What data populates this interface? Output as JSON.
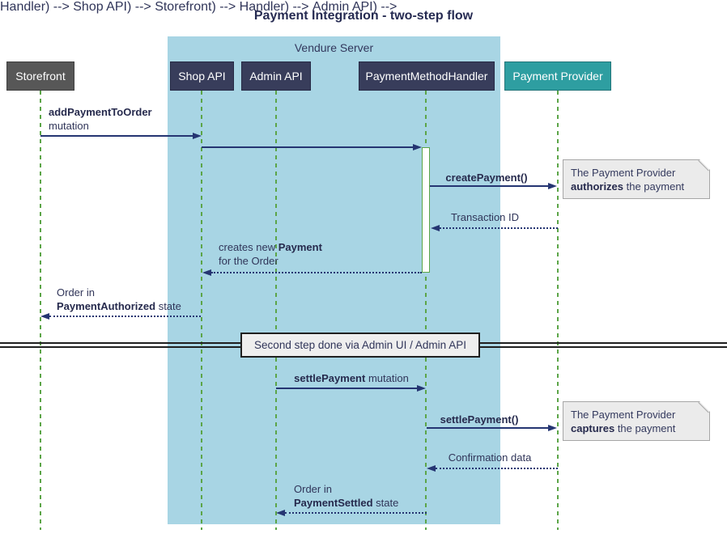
{
  "title": "Payment Integration - two-step flow",
  "server_group": {
    "label": "Vendure Server"
  },
  "participants": [
    {
      "id": "storefront",
      "label": "Storefront"
    },
    {
      "id": "shop-api",
      "label": "Shop API"
    },
    {
      "id": "admin-api",
      "label": "Admin API"
    },
    {
      "id": "payment-method-handler",
      "label": "PaymentMethodHandler"
    },
    {
      "id": "payment-provider",
      "label": "Payment Provider"
    }
  ],
  "messages": {
    "add_payment": {
      "bold": "addPaymentToOrder",
      "rest": "mutation"
    },
    "create_payment": {
      "bold": "createPayment()"
    },
    "transaction_id": {
      "text": "Transaction ID"
    },
    "creates_payment": {
      "prefix": "creates new ",
      "bold": "Payment",
      "line2": "for the Order"
    },
    "payment_authorized": {
      "line1": "Order in",
      "bold": "PaymentAuthorized",
      "rest": " state"
    },
    "settle_payment_mutation": {
      "bold": "settlePayment",
      "rest": " mutation"
    },
    "settle_payment_call": {
      "bold": "settlePayment()"
    },
    "confirmation_data": {
      "text": "Confirmation data"
    },
    "payment_settled": {
      "line1": "Order in",
      "bold": "PaymentSettled",
      "rest": " state"
    }
  },
  "notes": {
    "authorize": {
      "line1": "The Payment Provider",
      "bold": "authorizes",
      "rest": " the payment"
    },
    "capture": {
      "line1": "The Payment Provider",
      "bold": "captures",
      "rest": " the payment"
    }
  },
  "divider": {
    "label": "Second step done via Admin UI / Admin API"
  },
  "colors": {
    "server_group_fill": "#A8D5E4",
    "participant_navy": "#383D5B",
    "participant_gray": "#575757",
    "participant_teal": "#2E9EA1",
    "lifeline_green": "#5CA548",
    "arrow_navy": "#253572",
    "text_navy": "#303559",
    "note_fill": "#EBEBEB",
    "note_border": "#A6A6A6",
    "divider_line": "#1F1F1F"
  }
}
